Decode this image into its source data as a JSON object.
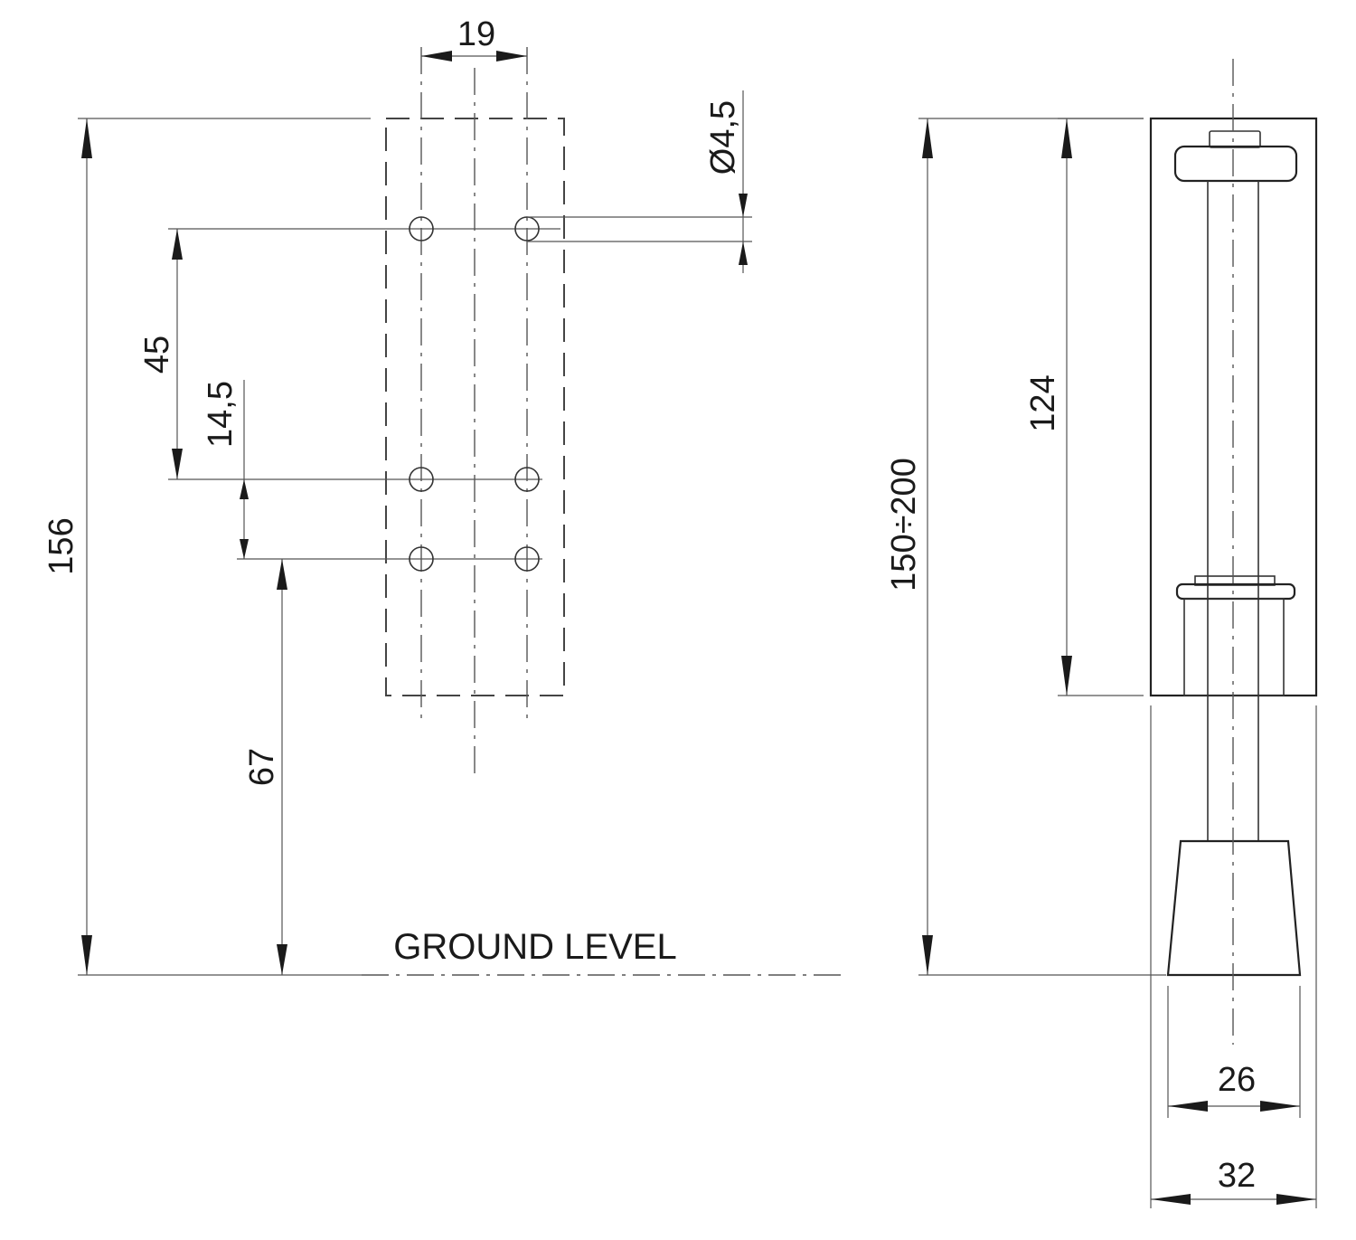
{
  "dimensions": {
    "hole_spacing_width": "19",
    "hole_diameter": "Ø4,5",
    "upper_hole_spacing": "45",
    "lower_hole_spacing": "14,5",
    "total_height": "156",
    "bottom_hole_height": "67",
    "mount_height_range": "150÷200",
    "plate_height": "124",
    "foot_width": "26",
    "overall_width": "32"
  },
  "labels": {
    "ground_level": "GROUND LEVEL"
  },
  "colors": {
    "line": "#222222",
    "background": "#ffffff"
  }
}
